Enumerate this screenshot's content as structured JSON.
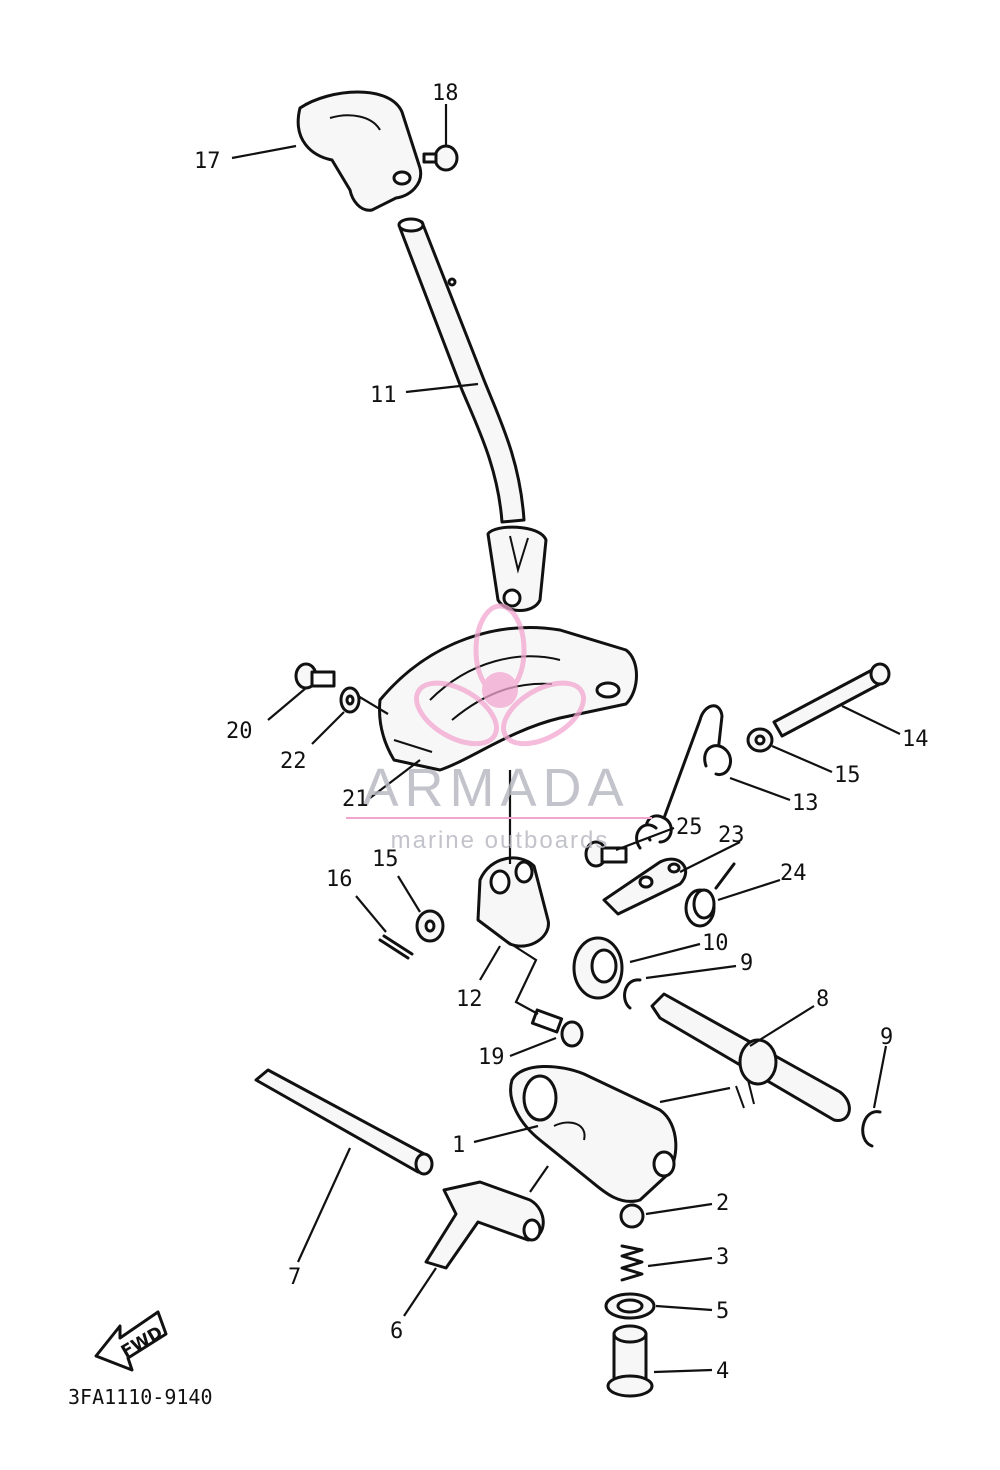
{
  "callouts": [
    {
      "id": "17",
      "label": "17"
    },
    {
      "id": "18",
      "label": "18"
    },
    {
      "id": "11",
      "label": "11"
    },
    {
      "id": "14",
      "label": "14"
    },
    {
      "id": "20",
      "label": "20"
    },
    {
      "id": "22",
      "label": "22"
    },
    {
      "id": "15a",
      "label": "15"
    },
    {
      "id": "21",
      "label": "21"
    },
    {
      "id": "13",
      "label": "13"
    },
    {
      "id": "25",
      "label": "25"
    },
    {
      "id": "23",
      "label": "23"
    },
    {
      "id": "15b",
      "label": "15"
    },
    {
      "id": "16",
      "label": "16"
    },
    {
      "id": "24",
      "label": "24"
    },
    {
      "id": "10",
      "label": "10"
    },
    {
      "id": "9a",
      "label": "9"
    },
    {
      "id": "12",
      "label": "12"
    },
    {
      "id": "8",
      "label": "8"
    },
    {
      "id": "9b",
      "label": "9"
    },
    {
      "id": "19",
      "label": "19"
    },
    {
      "id": "1",
      "label": "1"
    },
    {
      "id": "2",
      "label": "2"
    },
    {
      "id": "3",
      "label": "3"
    },
    {
      "id": "7",
      "label": "7"
    },
    {
      "id": "5",
      "label": "5"
    },
    {
      "id": "6",
      "label": "6"
    },
    {
      "id": "4",
      "label": "4"
    }
  ],
  "watermark": {
    "brand": "ARMADA",
    "tagline": "marine outboards",
    "accent_color": "#f2a6cf",
    "text_color": "#b9b9c2"
  },
  "direction_marker": {
    "label": "FWD"
  },
  "diagram_code": "3FA1110-9140"
}
